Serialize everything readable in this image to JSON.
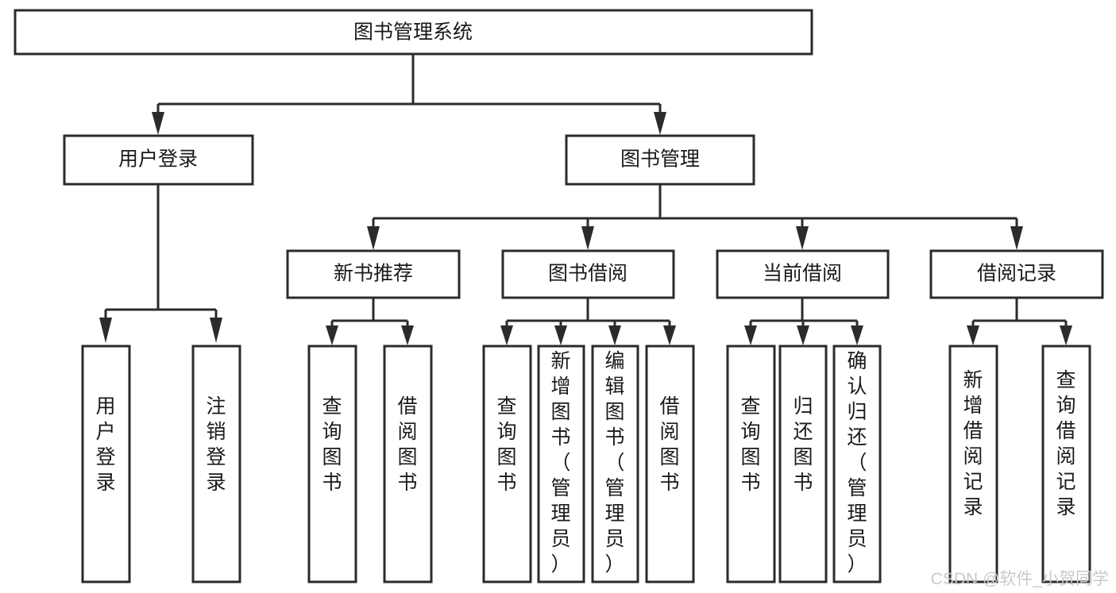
{
  "diagram": {
    "title": "图书管理系统",
    "type": "tree-hierarchy",
    "background_color": "#ffffff",
    "line_color": "#2b2b2b",
    "text_color": "#1a1a1a"
  },
  "nodes": {
    "root": {
      "label": "图书管理系统"
    },
    "level2": [
      {
        "id": "user-login",
        "label": "用户登录"
      },
      {
        "id": "book-manage",
        "label": "图书管理"
      }
    ],
    "level3": [
      {
        "id": "new-book-recommend",
        "label": "新书推荐"
      },
      {
        "id": "book-borrow",
        "label": "图书借阅"
      },
      {
        "id": "current-borrow",
        "label": "当前借阅"
      },
      {
        "id": "borrow-record",
        "label": "借阅记录"
      }
    ],
    "leaves": [
      {
        "id": "leaf-user-login",
        "label": "用户登录"
      },
      {
        "id": "leaf-logout-login",
        "label": "注销登录"
      },
      {
        "id": "leaf-query-book-1",
        "label": "查询图书"
      },
      {
        "id": "leaf-borrow-book-1",
        "label": "借阅图书"
      },
      {
        "id": "leaf-query-book-2",
        "label": "查询图书"
      },
      {
        "id": "leaf-add-book-admin",
        "label": "新增图书（管理员）"
      },
      {
        "id": "leaf-edit-book-admin",
        "label": "编辑图书（管理员）"
      },
      {
        "id": "leaf-borrow-book-2",
        "label": "借阅图书"
      },
      {
        "id": "leaf-query-book-3",
        "label": "查询图书"
      },
      {
        "id": "leaf-return-book",
        "label": "归还图书"
      },
      {
        "id": "leaf-confirm-return-admin",
        "label": "确认归还（管理员）"
      },
      {
        "id": "leaf-add-borrow-record",
        "label": "新增借阅记录"
      },
      {
        "id": "leaf-query-borrow-record",
        "label": "查询借阅记录"
      }
    ]
  },
  "watermark": {
    "text": "CSDN @软件_小贺同学"
  }
}
